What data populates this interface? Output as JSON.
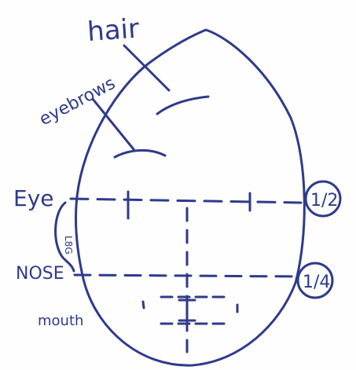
{
  "colors": {
    "ink": "#2f3a8a",
    "paper": "#fefefe"
  },
  "labels": {
    "hair": "hair",
    "eyebrows": "eyebrows",
    "eye": "Eye",
    "nose": "NOSE",
    "mouth": "mouth",
    "side_note": "L8G",
    "half": "1/2",
    "quarter": "1/4"
  }
}
